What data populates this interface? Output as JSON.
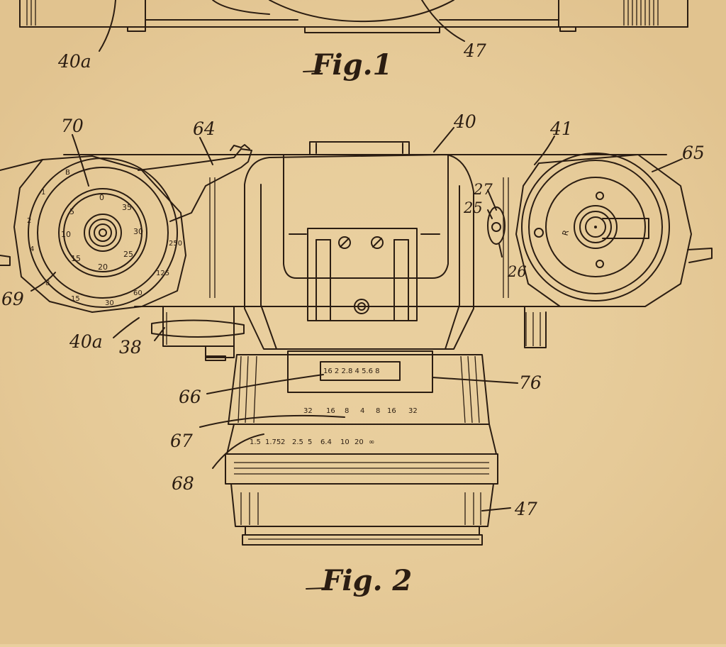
{
  "colors": {
    "paper": "#e9cf9e",
    "ink": "#2b1d12"
  },
  "fig1": {
    "label": "Fig.1",
    "refs": {
      "r40a": "40a",
      "r47": "47"
    }
  },
  "fig2": {
    "label": "Fig. 2",
    "refs": {
      "r70": "70",
      "r64": "64",
      "r40": "40",
      "r41": "41",
      "r65": "65",
      "r27": "27",
      "r25": "25",
      "r26": "26",
      "r69": "69",
      "r40a": "40a",
      "r38": "38",
      "r66": "66",
      "r76": "76",
      "r67": "67",
      "r68": "68",
      "r47": "47"
    },
    "shutter_dial": {
      "inner": [
        "5",
        "10",
        "15",
        "20",
        "25",
        "30",
        "35",
        "0"
      ],
      "outer": [
        "8",
        "15",
        "30",
        "60",
        "125",
        "250"
      ],
      "side": [
        "1",
        "2",
        "4"
      ],
      "bulb": "B"
    },
    "rewind_knob": {
      "label": "R"
    },
    "aperture_window": "16 2 2.8 4 5.6 8",
    "dof_scale": [
      "32",
      "16",
      "8",
      "4",
      "8",
      "16",
      "32"
    ],
    "focus_scale": [
      "∞",
      "20",
      "10",
      "6.4",
      "5",
      "2.5",
      "2",
      "1.75",
      "1.5"
    ]
  }
}
